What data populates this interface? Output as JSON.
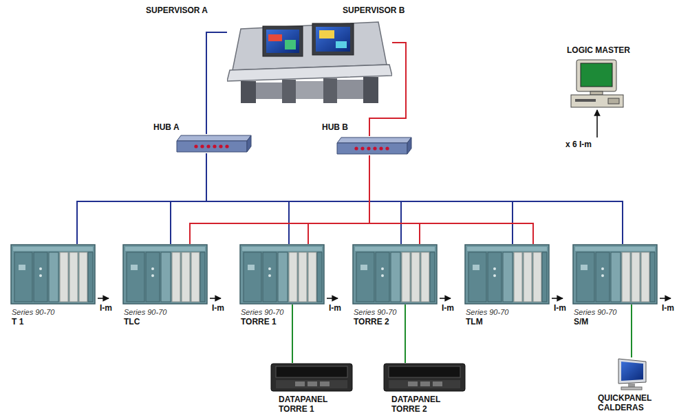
{
  "diagram": {
    "nodes": [
      {
        "text": [
          "SUPERVISOR A",
          "SUPERVISOR B"
        ]
      },
      {
        "text": [
          "HUB A"
        ]
      },
      {
        "text": [
          "HUB B"
        ]
      },
      {
        "text": [
          "LOGIC MASTER"
        ]
      },
      {
        "text": [
          "Series 90-70",
          "T 1"
        ]
      },
      {
        "text": [
          "Series 90-70",
          "TLC"
        ]
      },
      {
        "text": [
          "Series 90-70",
          "TORRE 1"
        ]
      },
      {
        "text": [
          "Series 90-70",
          "TORRE 2"
        ]
      },
      {
        "text": [
          "Series 90-70",
          "TLM"
        ]
      },
      {
        "text": [
          "Series 90-70",
          "S/M"
        ]
      },
      {
        "text": [
          "DATAPANEL TORRE 1"
        ]
      },
      {
        "text": [
          "DATAPANEL TORRE 2"
        ]
      },
      {
        "text": [
          "QUICKPANEL CALDERAS"
        ]
      }
    ],
    "edges": [
      {
        "from": 0,
        "to": 1,
        "arrow": "none"
      },
      {
        "from": 0,
        "to": 2,
        "arrow": "none"
      },
      {
        "from": 1,
        "to": 4,
        "arrow": "none"
      },
      {
        "from": 1,
        "to": 5,
        "arrow": "none"
      },
      {
        "from": 1,
        "to": 6,
        "arrow": "none"
      },
      {
        "from": 1,
        "to": 7,
        "arrow": "none"
      },
      {
        "from": 1,
        "to": 8,
        "arrow": "none"
      },
      {
        "from": 1,
        "to": 9,
        "arrow": "none"
      },
      {
        "from": 2,
        "to": 5,
        "arrow": "none"
      },
      {
        "from": 2,
        "to": 6,
        "arrow": "none"
      },
      {
        "from": 2,
        "to": 7,
        "arrow": "none"
      },
      {
        "from": 2,
        "to": 8,
        "arrow": "none"
      },
      {
        "from": 6,
        "to": 10,
        "arrow": "none"
      },
      {
        "from": 7,
        "to": 11,
        "arrow": "none"
      },
      {
        "from": 9,
        "to": 12,
        "arrow": "none"
      }
    ],
    "labels": [
      "x 6 I-m",
      "I-m",
      "I-m",
      "I-m",
      "I-m",
      "I-m",
      "I-m"
    ]
  }
}
